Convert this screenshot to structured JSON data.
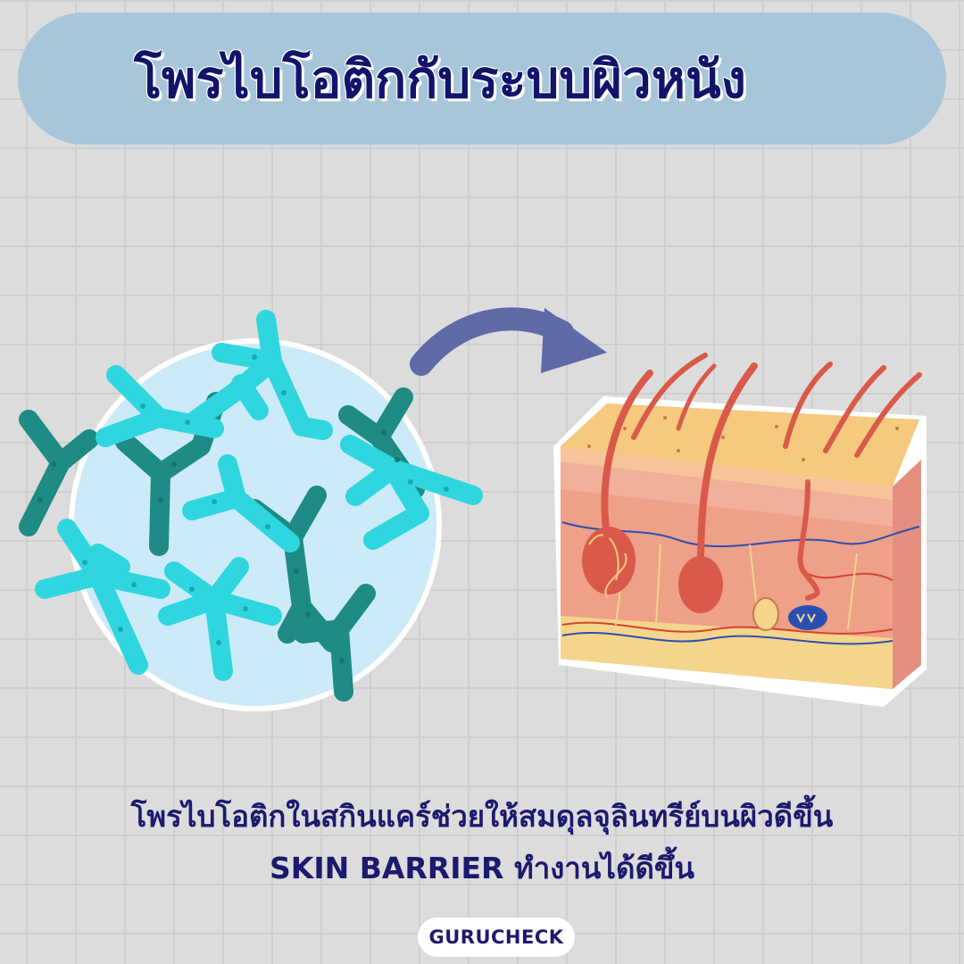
{
  "title": "โพรไบโอติกกับระบบผิวหนัง",
  "caption": {
    "line1": "โพรไบโอติกในสกินแคร์ช่วยให้สมดุลจุลินทรีย์บนผิวดีขึ้น",
    "line2": "SKIN BARRIER ทำงานได้ดีขึ้น"
  },
  "logo": {
    "text": "GURUCHECK"
  },
  "colors": {
    "background": "#dcdcdc",
    "title_pill": "#a7c6da",
    "title_text": "#12136a",
    "bacteria_cyan": "#2fd6df",
    "bacteria_teal": "#1e8b84",
    "arrow": "#5f6aa6",
    "skin_epidermis": "#f5c97e",
    "skin_dermis": "#eea089",
    "hair": "#d95a4a"
  },
  "icons": {
    "bacteria_cluster": "probiotic-bacteria-illustration",
    "arrow": "curved-arrow-icon",
    "skin": "skin-cross-section-illustration"
  }
}
